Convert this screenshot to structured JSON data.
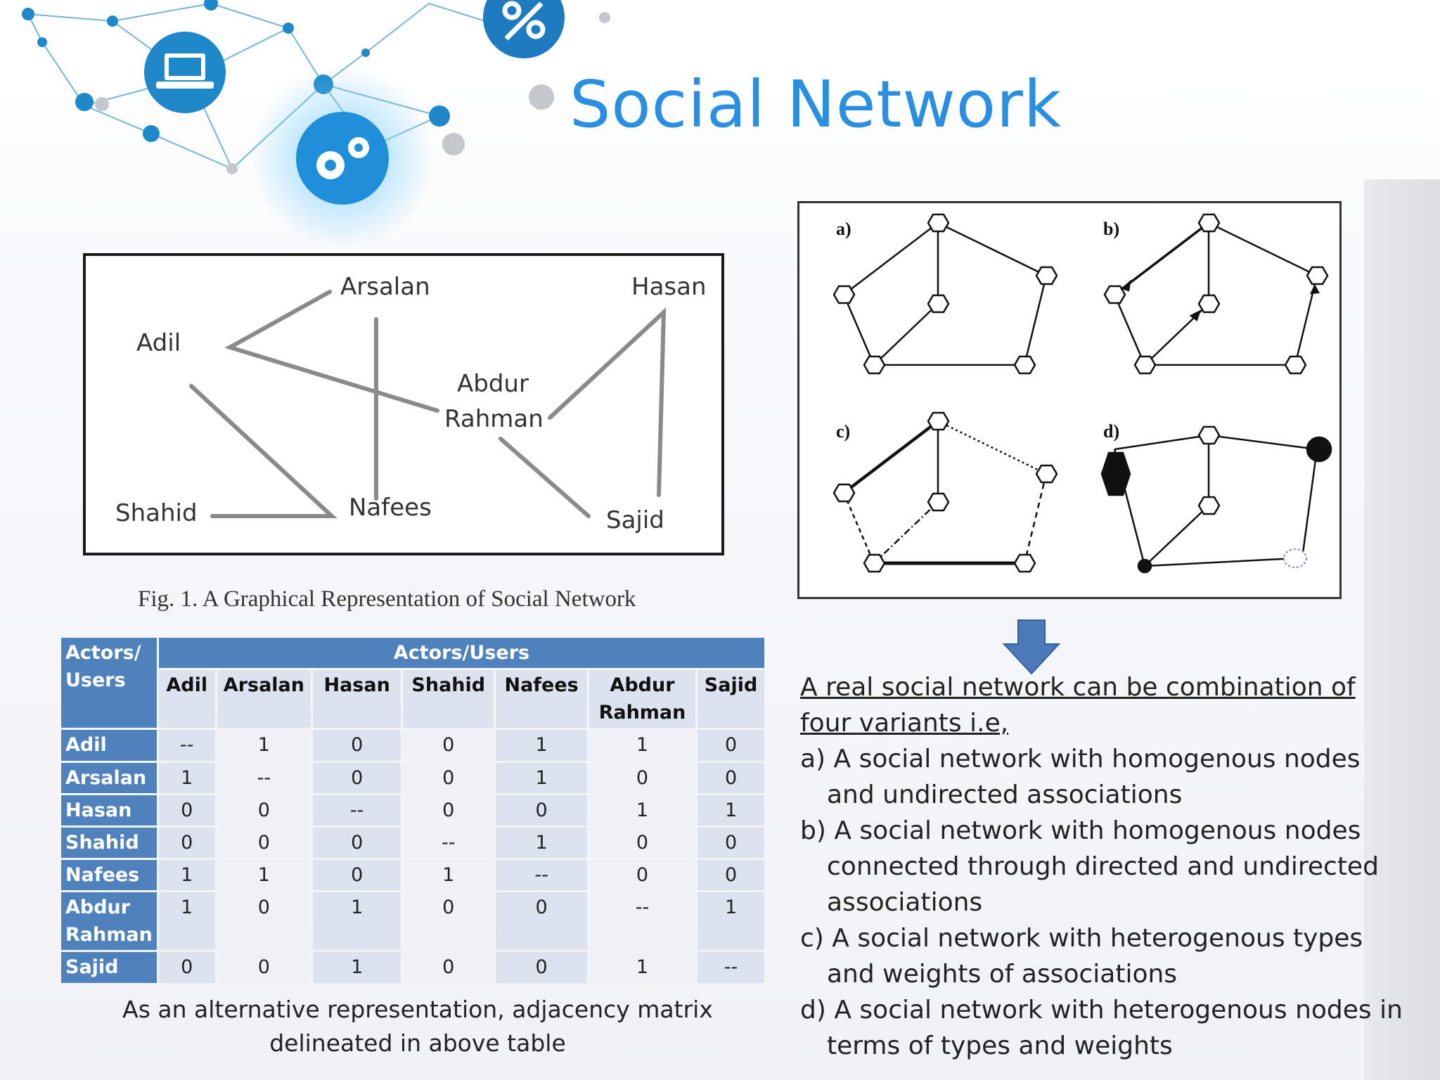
{
  "title": "Social Network",
  "figure1": {
    "caption": "Fig. 1. A Graphical Representation of Social Network",
    "nodes": {
      "adil": "Adil",
      "arsalan": "Arsalan",
      "hasan": "Hasan",
      "abdur": "Abdur",
      "rahman": "Rahman",
      "shahid": "Shahid",
      "nafees": "Nafees",
      "sajid": "Sajid"
    }
  },
  "figure2": {
    "panels": [
      "a)",
      "b)",
      "c)",
      "d)"
    ]
  },
  "table": {
    "corner": [
      "Actors/",
      "Users"
    ],
    "group_header": "Actors/Users",
    "columns": [
      "Adil",
      "Arsalan",
      "Hasan",
      "Shahid",
      "Nafees",
      "Abdur Rahman",
      "Sajid"
    ],
    "rows": [
      {
        "name": "Adil",
        "values": [
          "--",
          "1",
          "0",
          "0",
          "1",
          "1",
          "0"
        ]
      },
      {
        "name": "Arsalan",
        "values": [
          "1",
          "--",
          "0",
          "0",
          "1",
          "0",
          "0"
        ]
      },
      {
        "name": "Hasan",
        "values": [
          "0",
          "0",
          "--",
          "0",
          "0",
          "1",
          "1"
        ]
      },
      {
        "name": "Shahid",
        "values": [
          "0",
          "0",
          "0",
          "--",
          "1",
          "0",
          "0"
        ]
      },
      {
        "name": "Nafees",
        "values": [
          "1",
          "1",
          "0",
          "1",
          "--",
          "0",
          "0"
        ]
      },
      {
        "name": "Abdur Rahman",
        "values": [
          "1",
          "0",
          "1",
          "0",
          "0",
          "--",
          "1"
        ]
      },
      {
        "name": "Sajid",
        "values": [
          "0",
          "0",
          "1",
          "0",
          "0",
          "1",
          "--"
        ]
      }
    ],
    "caption": "As an alternative representation, adjacency matrix delineated in above table"
  },
  "right_text": {
    "lead": "A real social network can be combination of four variants i.e,",
    "items": [
      "a) A social network with homogenous nodes and undirected associations",
      "b) A social network with homogenous nodes connected through directed and undirected associations",
      "c) A social network with heterogenous types and weights of associations",
      "d) A social network with heterogenous nodes in terms of types and weights"
    ]
  },
  "colors": {
    "title": "#2a8fe0",
    "table_header": "#4f81bd",
    "arrow": "#4a7ab8"
  }
}
